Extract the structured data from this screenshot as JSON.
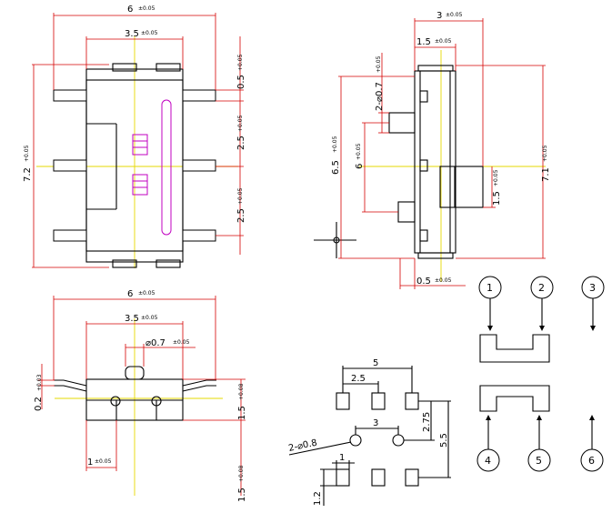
{
  "top_view": {
    "dim_width": "6",
    "dim_width_tol": "±0.05",
    "dim_inner": "3.5",
    "dim_inner_tol": "±0.05",
    "dim_height": "7.2",
    "dim_height_tol": "+0.05",
    "dim_pin_width": "0.5",
    "dim_pin_width_tol": "+0.05",
    "dim_pitch_a": "2.5",
    "dim_pitch_a_tol": "+0.05",
    "dim_pitch_b": "2.5",
    "dim_pitch_b_tol": "+0.05"
  },
  "side_view": {
    "dim_width": "3",
    "dim_width_tol": "±0.05",
    "dim_actuator": "1.5",
    "dim_actuator_tol": "±0.05",
    "dim_holes": "2-⌀0.7",
    "dim_holes_tol": "+0.05",
    "dim_body": "6.5",
    "dim_body_tol": "+0.05",
    "dim_six": "6",
    "dim_six_tol": "+0.05",
    "dim_total": "7.1",
    "dim_total_tol": "+0.05",
    "dim_knob": "1.5",
    "dim_knob_tol": "+0.05",
    "dim_base": "0.5",
    "dim_base_tol": "±0.05"
  },
  "front_view": {
    "dim_width": "6",
    "dim_width_tol": "±0.05",
    "dim_inner": "3.5",
    "dim_inner_tol": "±0.05",
    "dim_post": "⌀0.7",
    "dim_post_tol": "±0.05",
    "dim_lead": "0.2",
    "dim_lead_tol": "+0.03",
    "dim_height": "1.5",
    "dim_height_tol": "+0.08",
    "dim_foot": "1",
    "dim_foot_tol": "±0.05",
    "dim_base": "1.5",
    "dim_base_tol": "+0.08"
  },
  "pcb_layout": {
    "dim_span": "5",
    "dim_pitch": "2.5",
    "dim_hole_spacing": "3",
    "dim_holes": "2-⌀0.8",
    "dim_vert_small": "2.75",
    "dim_vert_total": "5.5",
    "dim_pad_w": "1",
    "dim_pad_h": "1.2"
  },
  "schematic": {
    "pins": [
      "1",
      "2",
      "3",
      "4",
      "5",
      "6"
    ]
  }
}
